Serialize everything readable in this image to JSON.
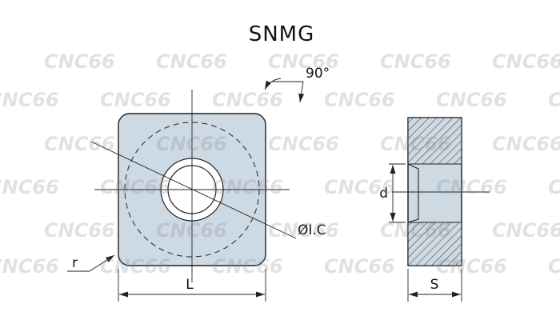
{
  "title": "SNMG",
  "watermark": "CNC66",
  "front_view": {
    "angle_label": "90°",
    "ic_label": "ØI.C",
    "radius_label": "r",
    "length_label": "L"
  },
  "side_view": {
    "hole_diameter_label": "d",
    "thickness_label": "S"
  },
  "colors": {
    "insert_fill": "#cdd9e3",
    "line_color": "#222222",
    "watermark_color": "#848a92",
    "background": "#ffffff"
  }
}
